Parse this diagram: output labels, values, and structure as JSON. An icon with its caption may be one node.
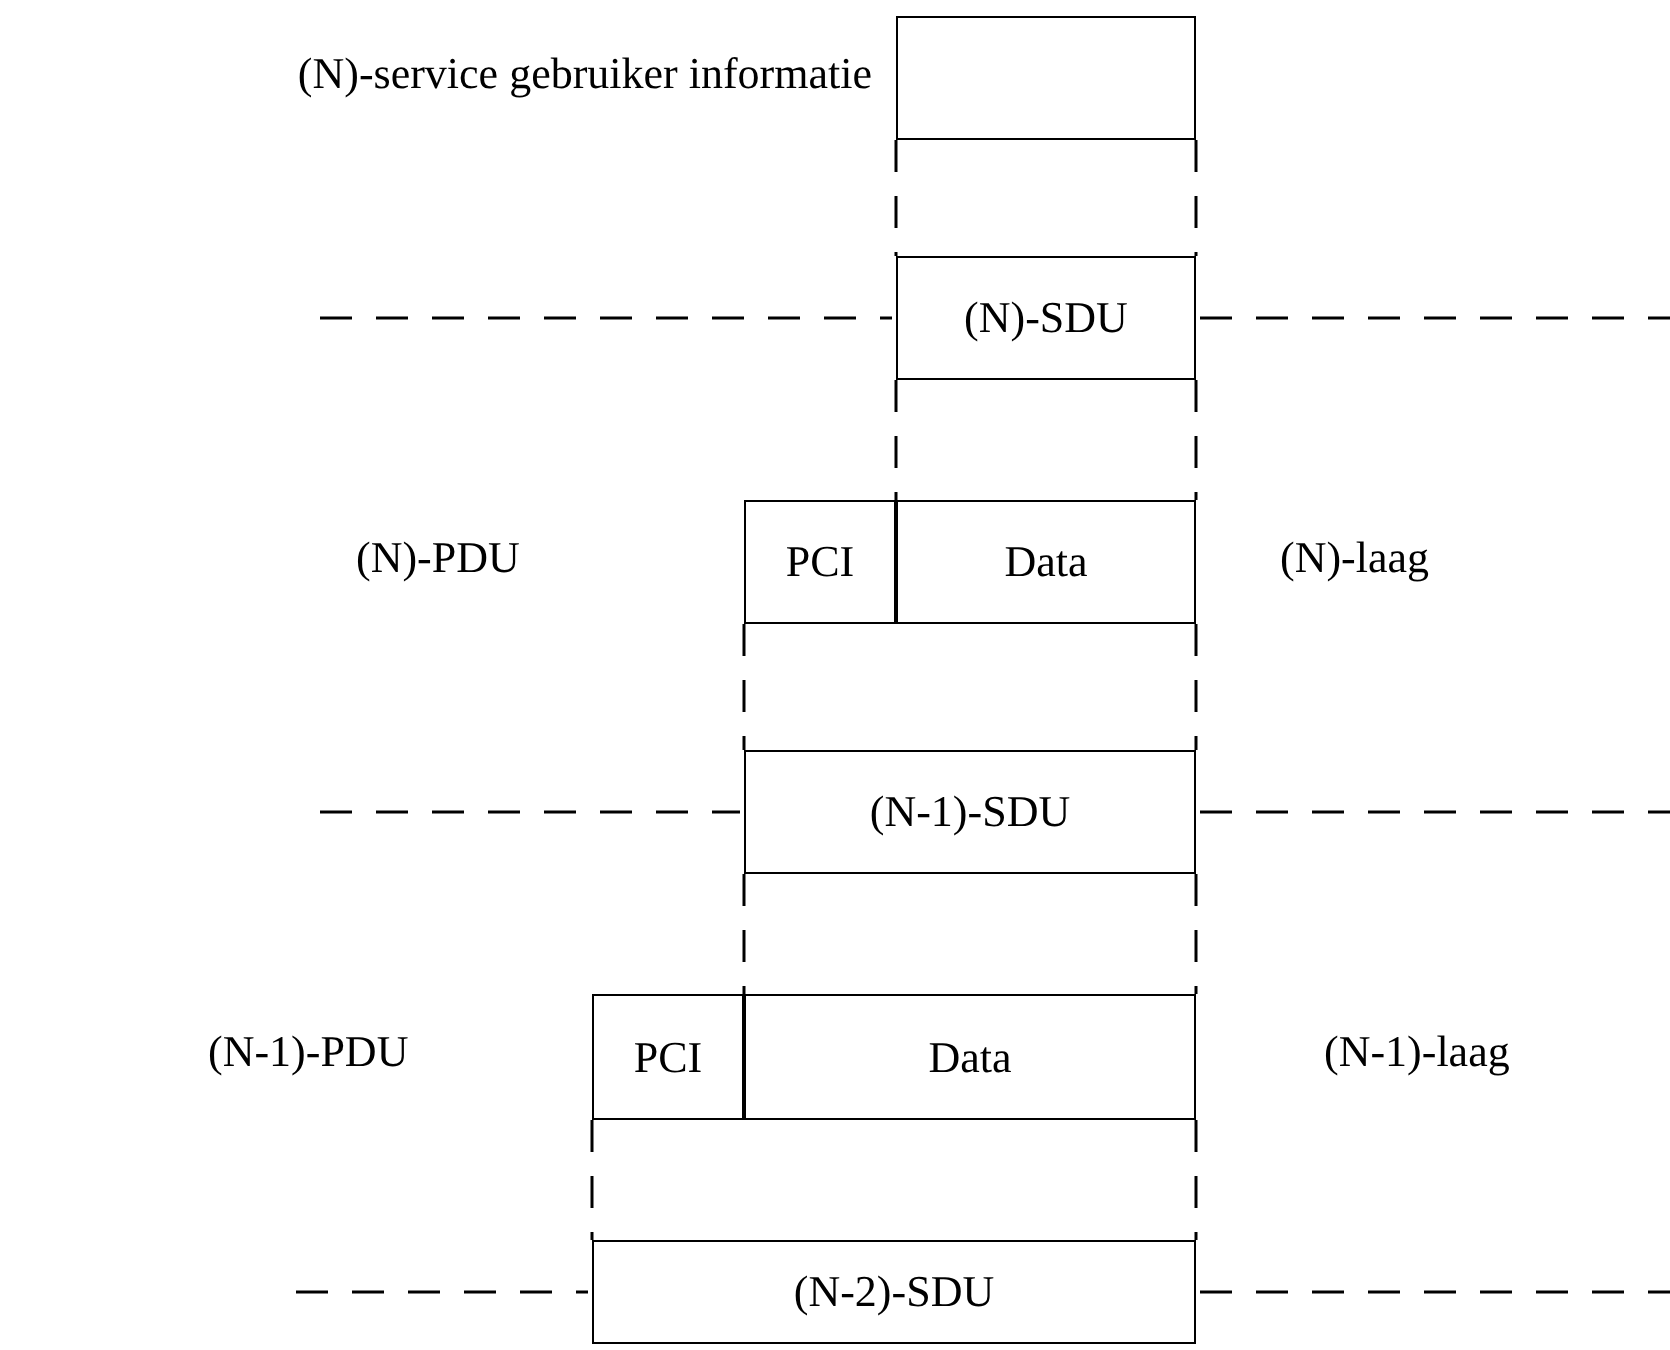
{
  "diagram": {
    "nodes": [
      {
        "text": [],
        "shape": "box",
        "beside": [
          "(N)-service gebruiker informatie"
        ]
      },
      {
        "text": [
          "(N)-SDU"
        ]
      },
      {
        "text": [
          "PCI"
        ]
      },
      {
        "text": [
          "Data"
        ]
      },
      {
        "text": [
          "(N-1)-SDU"
        ]
      },
      {
        "text": [
          "PCI"
        ]
      },
      {
        "text": [
          "Data"
        ]
      },
      {
        "text": [
          "(N-2)-SDU"
        ]
      }
    ],
    "edges": [
      {
        "from": 0,
        "to": 1,
        "arrow": "none",
        "style": "dashed"
      },
      {
        "from": 0,
        "to": 1,
        "arrow": "none",
        "style": "dashed"
      },
      {
        "from": 1,
        "to": 2,
        "arrow": "none",
        "style": "dashed"
      },
      {
        "from": 1,
        "to": 3,
        "arrow": "none",
        "style": "dashed"
      },
      {
        "from": 2,
        "to": 4,
        "arrow": "none",
        "style": "dashed"
      },
      {
        "from": 3,
        "to": 4,
        "arrow": "none",
        "style": "dashed"
      },
      {
        "from": 4,
        "to": 5,
        "arrow": "none",
        "style": "dashed"
      },
      {
        "from": 4,
        "to": 6,
        "arrow": "none",
        "style": "dashed"
      },
      {
        "from": 5,
        "to": 7,
        "arrow": "none",
        "style": "dashed"
      },
      {
        "from": 6,
        "to": 7,
        "arrow": "none",
        "style": "dashed"
      }
    ],
    "labels": [
      "(N)-PDU",
      "(N)-laag",
      "(N-1)-PDU",
      "(N-1)-laag"
    ]
  }
}
